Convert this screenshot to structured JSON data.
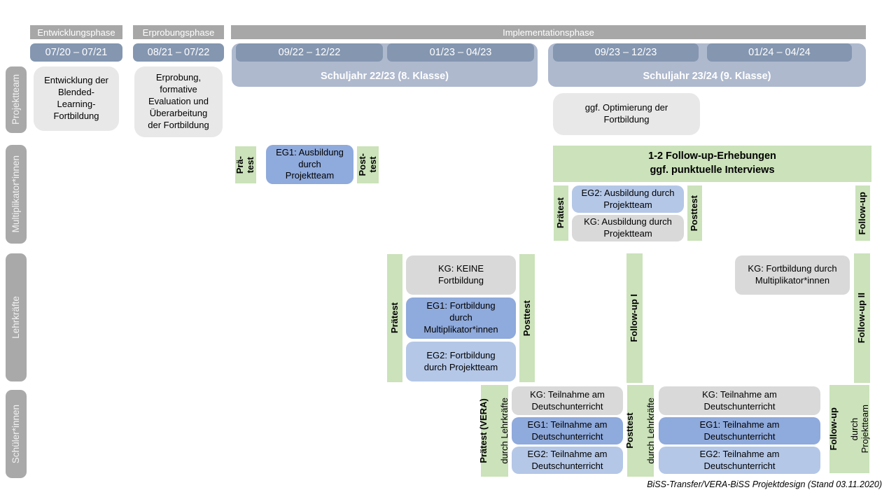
{
  "header": {
    "phases": {
      "entwicklung": "Entwicklungsphase",
      "erprobung": "Erprobungsphase",
      "implementation": "Implementationsphase"
    },
    "dates": {
      "d1": "07/20 – 07/21",
      "d2": "08/21 – 07/22",
      "d3": "09/22 – 12/22",
      "d4": "01/23 – 04/23",
      "d5": "09/23 – 12/23",
      "d6": "01/24 – 04/24"
    },
    "school_years": {
      "sy1": "Schuljahr 22/23 (8. Klasse)",
      "sy2": "Schuljahr 23/24 (9. Klasse)"
    }
  },
  "sidebar": {
    "projektteam": "Projektteam",
    "multiplikatoren": "Multiplikator*innen",
    "lehrkraefte": "Lehrkräfte",
    "schueler": "Schüler*innen"
  },
  "projektteam": {
    "entwicklung_box": "Entwicklung der\nBlended-\nLearning-\nFortbildung",
    "erprobung_box": "Erprobung,\nformative\nEvaluation und\nÜberarbeitung\nder Fortbildung",
    "optimierung_box": "ggf. Optimierung der\nFortbildung"
  },
  "multiplikatoren": {
    "praetest_strip": "Prä-\ntest",
    "eg1_box": "EG1: Ausbildung\ndurch\nProjektteam",
    "posttest_strip": "Post-\ntest",
    "followup_box": "1-2 Follow-up-Erhebungen\nggf. punktuelle Interviews",
    "praetest2_strip": "Prätest",
    "eg2_box": "EG2: Ausbildung durch\nProjektteam",
    "kg_box": "KG: Ausbildung durch\nProjektteam",
    "posttest2_strip": "Posttest",
    "followup_strip": "Follow-up"
  },
  "lehrkraefte": {
    "praetest_strip": "Prätest",
    "kg_box": "KG: KEINE\nFortbildung",
    "eg1_box": "EG1: Fortbildung\ndurch\nMultiplikator*innen",
    "eg2_box": "EG2: Fortbildung\ndurch Projektteam",
    "posttest_strip": "Posttest",
    "followup1_strip": "Follow-up I",
    "kg2_box": "KG: Fortbildung durch\nMultiplikator*innen",
    "followup2_strip": "Follow-up II"
  },
  "schueler": {
    "praetest_strip": {
      "bold": "Prätest (VERA)",
      "regular": "durch Lehrkräfte"
    },
    "kg1_box": "KG: Teilnahme am\nDeutschunterricht",
    "eg1_1_box": "EG1: Teilnahme am\nDeutschunterricht",
    "eg2_1_box": "EG2: Teilnahme am\nDeutschunterricht",
    "posttest_strip": {
      "bold": "Posttest",
      "regular": "durch Lehrkräfte"
    },
    "kg2_box": "KG: Teilnahme am\nDeutschunterricht",
    "eg1_2_box": "EG1: Teilnahme am\nDeutschunterricht",
    "eg2_2_box": "EG2: Teilnahme am\nDeutschunterricht",
    "followup_strip": {
      "bold": "Follow-up",
      "regular": "durch\nProjektteam"
    }
  },
  "caption": "BiSS-Transfer/VERA-BiSS Projektdesign (Stand 03.11.2020)",
  "colors": {
    "phase_header": "#A7A7A7",
    "date_bar": "#8496B0",
    "school_year_band": "#AEB9CE",
    "sidebar": "#A9A9A9",
    "light_box": "#E9E8E8",
    "kg_box": "#D9D9D9",
    "eg1_box": "#8FAADC",
    "eg2_box": "#B4C7E7",
    "green": "#CBE2BA"
  }
}
